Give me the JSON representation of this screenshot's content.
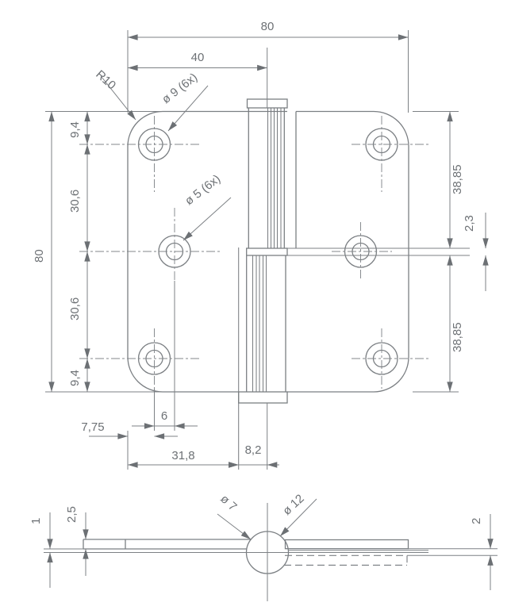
{
  "drawing": {
    "type": "technical-drawing",
    "subject": "Hinge with rounded corners, two leaves and center knuckle",
    "views": [
      "plan view",
      "side view"
    ]
  },
  "dims": {
    "plan": {
      "overall_width": "80",
      "width_to_hinge_center": "40",
      "overall_height": "80",
      "corner_radius": "R10",
      "countersink_hole": "ø 9 (6x)",
      "through_hole": "ø 5 (6x)",
      "edge_to_hole_top": "9,4",
      "hole_pitch_upper": "30,6",
      "hole_pitch_lower": "30,6",
      "edge_to_hole_bottom": "9,4",
      "half_height_upper": "38,85",
      "knuckle_gap": "2,3",
      "half_height_lower": "38,85",
      "edge_to_hole_column": "7,75",
      "hole_column_offset": "6",
      "leaf_to_cutout": "31,8",
      "cutout_to_center": "8,2"
    },
    "side": {
      "leaf_step": "1",
      "leaf_thickness_left": "2,5",
      "leaf_thickness_right": "2",
      "pin_diameter": "ø 7",
      "knuckle_diameter": "ø 12"
    }
  }
}
